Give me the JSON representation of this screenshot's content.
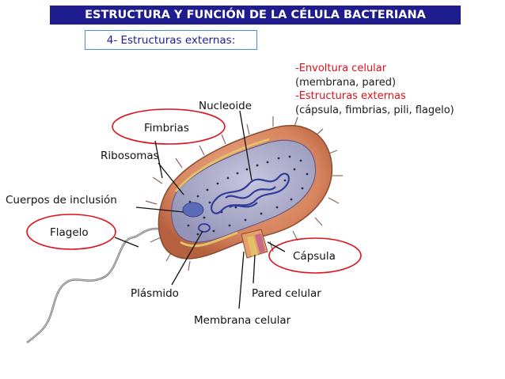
{
  "title": "ESTRUCTURA Y FUNCIÓN DE LA CÉLULA BACTERIANA",
  "subtitle": "4- Estructuras externas:",
  "notes": [
    {
      "text": "-Envoltura celular",
      "color": "#e0101a"
    },
    {
      "text": "(membrana, pared)",
      "color": "#1a1a1a"
    },
    {
      "text": "-Estructuras externas",
      "color": "#e0101a"
    },
    {
      "text": "(cápsula, fimbrias, pili, flagelo)",
      "color": "#1a1a1a"
    }
  ],
  "labels": {
    "nucleoide": "Nucleoide",
    "fimbrias": "Fimbrias",
    "ribosomas": "Ribosomas",
    "cuerpos": "Cuerpos de inclusión",
    "flagelo": "Flagelo",
    "capsula": "Cápsula",
    "plasmido": "Plásmido",
    "pared": "Pared celular",
    "membrana": "Membrana celular"
  },
  "colors": {
    "title_bg": "#1f1c8f",
    "highlight_ring": "#e0101a",
    "cell_wall": "#d7855e",
    "cytoplasm": "#a9a9c9",
    "dna": "#2f3c9a"
  }
}
